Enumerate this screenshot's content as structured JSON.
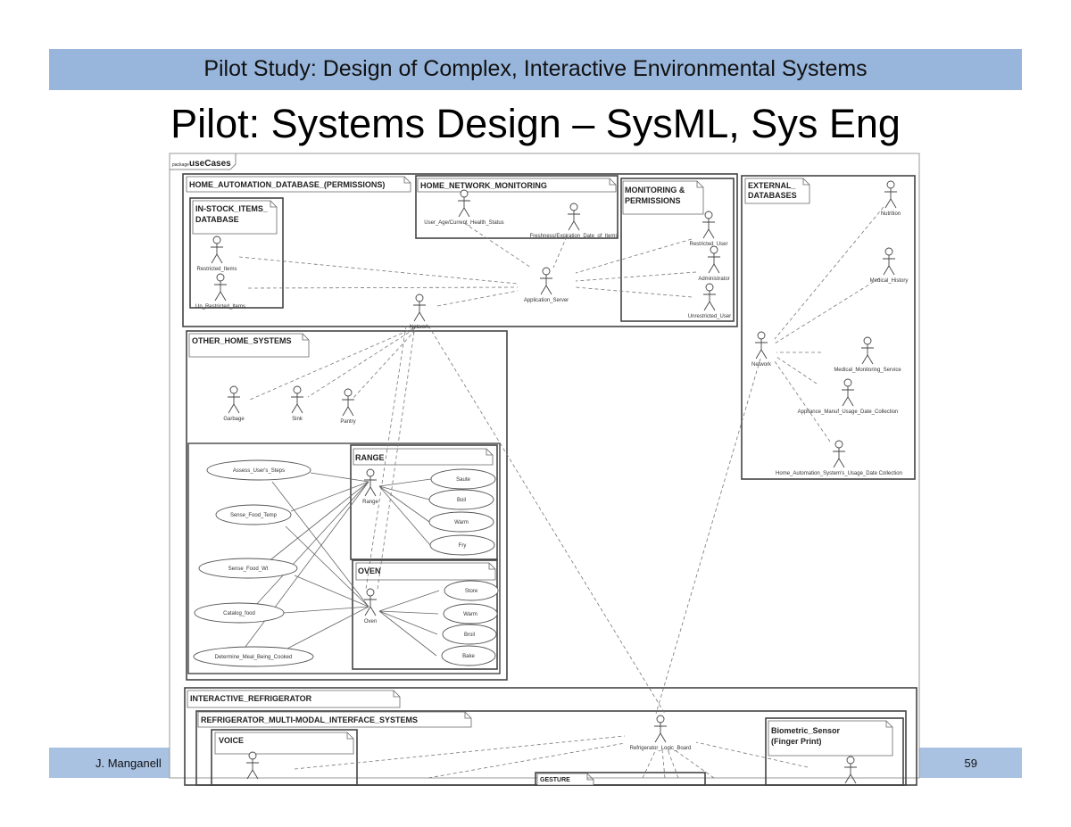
{
  "header": {
    "band_title": "Pilot Study:  Design of Complex, Interactive Environmental Systems",
    "slide_title": "Pilot:  Systems Design – SysML, Sys Eng"
  },
  "footer": {
    "author": "J. Manganell",
    "page": "59"
  },
  "diagram": {
    "package_keyword": "package",
    "package_name": "useCases",
    "packages": {
      "home_automation_db": "HOME_AUTOMATION_DATABASE_(PERMISSIONS)",
      "in_stock_1": "IN-STOCK_ITEMS_",
      "in_stock_2": "DATABASE",
      "home_network_monitoring": "HOME_NETWORK_MONITORING",
      "monitoring_1": "MONITORING &",
      "monitoring_2": "PERMISSIONS",
      "external_1": "EXTERNAL_",
      "external_2": "DATABASES",
      "other_home_systems": "OTHER_HOME_SYSTEMS",
      "range": "RANGE",
      "oven": "OVEN",
      "interactive_refrigerator": "INTERACTIVE_REFRIGERATOR",
      "refrigerator_interfaces": "REFRIGERATOR_MULTI-MODAL_INTERFACE_SYSTEMS",
      "voice": "VOICE",
      "biometric_1": "Biometric_Sensor",
      "biometric_2": "(Finger Print)",
      "gesture": "GESTURE"
    },
    "actors": {
      "restricted_items": "Restricted_Items",
      "un_restricted_items": "Un_Restricted_Items",
      "user_age": "User_Age/Current_Health_Status",
      "freshness": "Freshness/Expiration_Date_of_Items",
      "application_server": "Application_Server",
      "network": "Network",
      "restricted_user": "Restricted_User",
      "administrator": "Administrator",
      "unrestricted_user": "Unrestricted_User",
      "nutrition": "Nutrition",
      "medical_history": "Medical_History",
      "network_ext": "Network",
      "medical_monitoring": "Medical_Monitoring_Service",
      "appliance_usage": "Appliance_Manuf_Usage_Date_Collection",
      "home_automation_usage": "Home_Automation_System's_Usage_Date Collection",
      "garbage": "Garbage",
      "sink": "Sink",
      "pantry": "Pantry",
      "range": "Range",
      "oven": "Oven",
      "refrigerator_logic_board": "Refrigerator_Logic_Board"
    },
    "use_cases": {
      "assess_steps": "Assess_User's_Steps",
      "sense_temp": "Sense_Food_Temp",
      "sense_wt": "Sense_Food_Wt",
      "catalog_food": "Catalog_food",
      "determine_meal": "Determine_Meal_Being_Cooked",
      "saute": "Saute",
      "boil": "Boil",
      "range_warm": "Warm",
      "fry": "Fry",
      "store": "Store",
      "oven_warm": "Warm",
      "broil": "Broil",
      "bake": "Bake"
    }
  }
}
